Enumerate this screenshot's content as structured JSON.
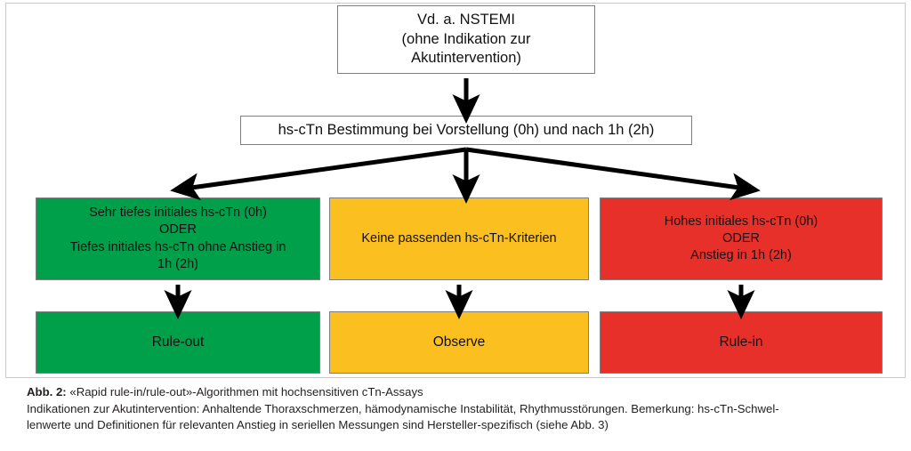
{
  "figure": {
    "nodes": {
      "top": "Vd. a. NSTEMI\n(ohne Indikation zur\nAkutintervention)",
      "measure": "hs-cTn Bestimmung bei Vorstellung (0h) und nach 1h (2h)",
      "criteria_low": "Sehr tiefes initiales hs-cTn (0h)\nODER\nTiefes initiales hs-cTn ohne Anstieg in\n1h (2h)",
      "criteria_mid": "Keine passenden hs-cTn-Kriterien",
      "criteria_high": "Hohes initiales hs-cTn (0h)\nODER\nAnstieg in 1h (2h)",
      "result_low": "Rule-out",
      "result_mid": "Observe",
      "result_high": "Rule-in"
    },
    "colors": {
      "green": "#00A04B",
      "yellow": "#FBC01F",
      "red": "#E8302A",
      "box_border": "#7f7f7f",
      "frame_border": "#c9c9c9",
      "arrow": "#000000",
      "text": "#111111"
    }
  },
  "caption": {
    "label": "Abb. 2:",
    "title": " «Rapid rule-in/rule-out»-Algorithmen mit hochsensitiven cTn-Assays",
    "line2": "Indikationen zur Akutintervention: Anhaltende Thoraxschmerzen, hämodynamische Instabilität, Rhythmusstörungen. Bemerkung: hs-cTn-Schwel-",
    "line3": "lenwerte und Definitionen für relevanten Anstieg in seriellen Messungen sind Hersteller-spezifisch (siehe Abb. 3)"
  }
}
